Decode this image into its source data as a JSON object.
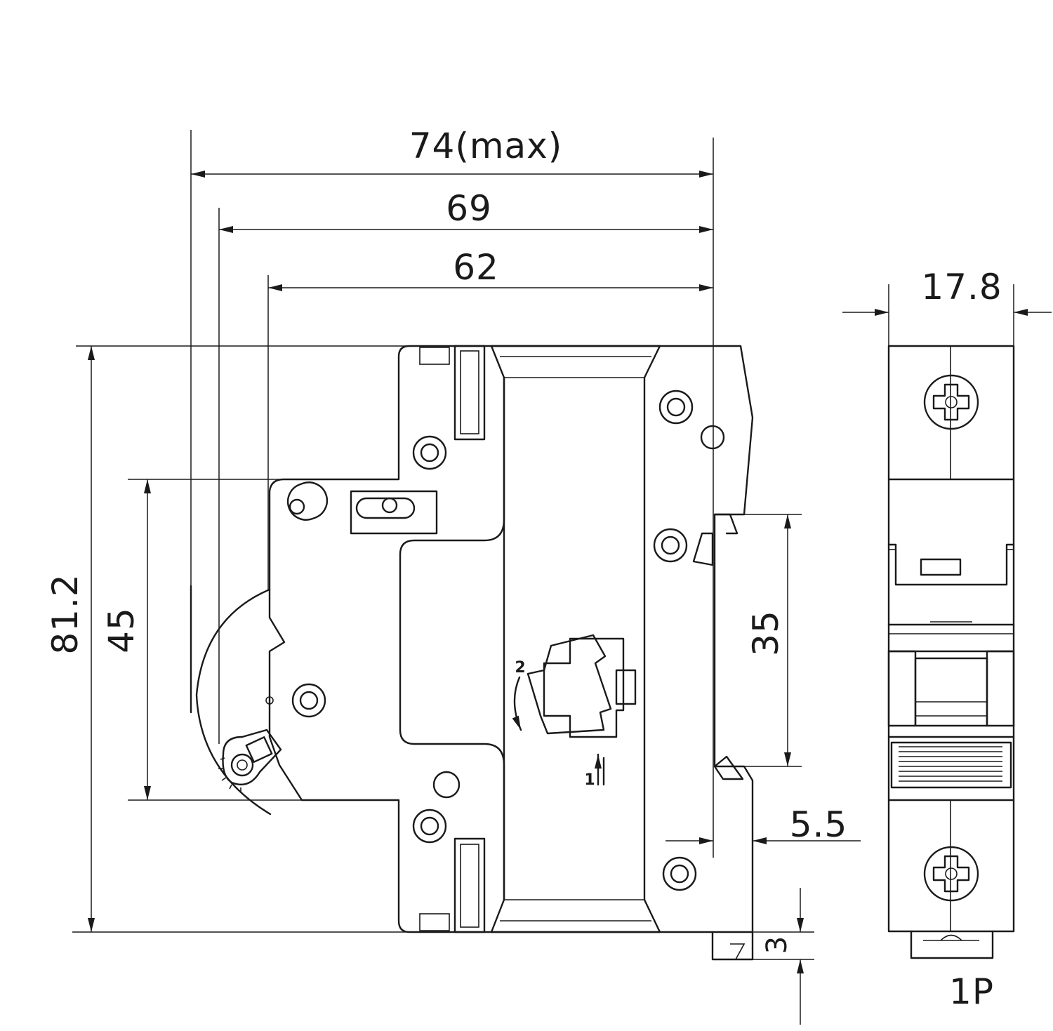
{
  "dimensions": {
    "overall_width": "74(max)",
    "width_69": "69",
    "width_62": "62",
    "overall_height": "81.2",
    "handle_height": "45",
    "rail_height": "35",
    "rail_offset": "5.5",
    "clip_depth": "3",
    "module_width": "17.8"
  },
  "labels": {
    "pole_count": "1P",
    "step_one": "1",
    "step_two": "2"
  },
  "colors": {
    "line": "#1a1a1a",
    "background": "#ffffff"
  }
}
